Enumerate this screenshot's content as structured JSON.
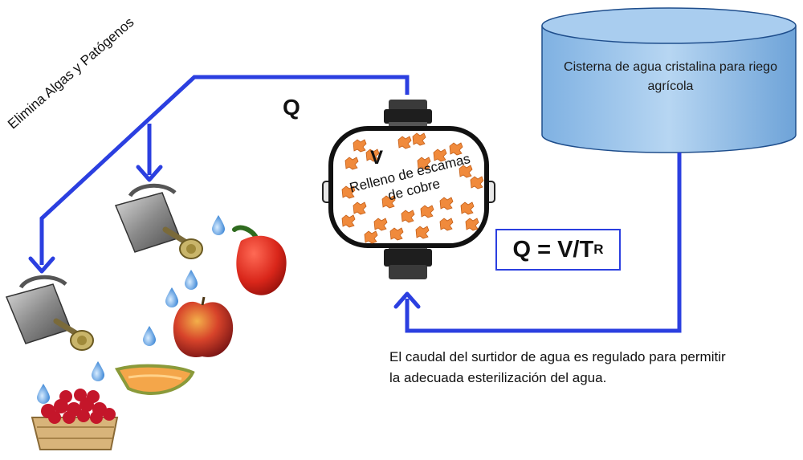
{
  "labels": {
    "cistern": "Cisterna de agua cristalina para riego agrícola",
    "flow": "Q",
    "volume": "V",
    "filling": "Relleno de escamas de cobre",
    "formula_main": "Q = V/T",
    "formula_sub": "R",
    "slope": "Elimina Algas y Patógenos",
    "caption": "El caudal del surtidor de agua es regulado para permitir la adecuada esterilización del agua."
  },
  "colors": {
    "pipe": "#2b3fe0",
    "cistern_fill": "#9cc6ea",
    "cistern_stroke": "#1f4e8c",
    "copper": "#f08a3c"
  },
  "icons": [
    "watering-can-icon",
    "water-drop-icon",
    "pepper-icon",
    "apple-icon",
    "melon-icon",
    "raspberry-basket-icon"
  ]
}
